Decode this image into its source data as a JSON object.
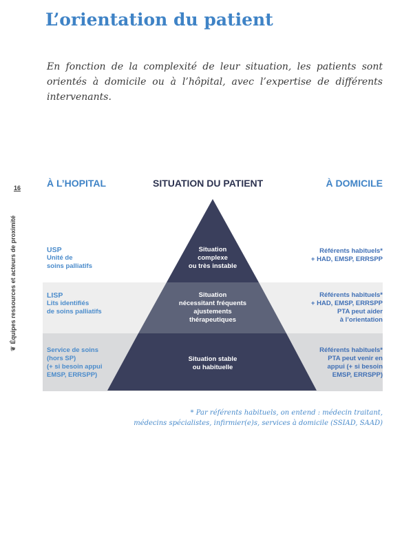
{
  "page": {
    "title": "L’orientation du patient",
    "intro": "En fonction de la complexité de leur situation, les patients sont orientés à domicile ou à l’hôpital, avec l’expertise de différents intervenants.",
    "page_number": "16",
    "side_label": "Équipes ressources et acteurs de proximité"
  },
  "diagram": {
    "headers": {
      "left": "À L’HOPITAL",
      "center": "SITUATION DU PATIENT",
      "right": "À DOMICILE"
    },
    "levels": [
      {
        "left": [
          "USP",
          "Unité de",
          "soins palliatifs"
        ],
        "center": [
          "Situation",
          "complexe",
          "ou très instable"
        ],
        "right": [
          "Référents habituels*",
          "+ HAD, EMSP, ERRSPP"
        ]
      },
      {
        "left": [
          "LISP",
          "Lits identifiés",
          "de soins palliatifs"
        ],
        "center": [
          "Situation",
          "nécessitant fréquents",
          "ajustements",
          "thérapeutiques"
        ],
        "right": [
          "Référents habituels*",
          "+ HAD, EMSP, ERRSPP",
          "PTA peut aider",
          "à l’orientation"
        ]
      },
      {
        "left": [
          "Service de soins",
          "(hors SP)",
          "(+ si besoin appui",
          "EMSP, ERRSPP)"
        ],
        "center": [
          "Situation stable",
          "ou habituelle"
        ],
        "right": [
          "Référents habituels*",
          "PTA peut venir en",
          "appui (+ si besoin",
          "EMSP, ERRSPP)"
        ]
      }
    ],
    "colors": {
      "accent": "#3f83c6",
      "triangle_top": "#3a3f5c",
      "triangle_mid": "#5d6379",
      "triangle_bottom": "#3a3f5c"
    }
  },
  "footnote": [
    "* Par référents habituels, on entend : médecin traitant,",
    "médecins spécialistes, infirmier(e)s, services à domicile (SSIAD, SAAD)"
  ]
}
